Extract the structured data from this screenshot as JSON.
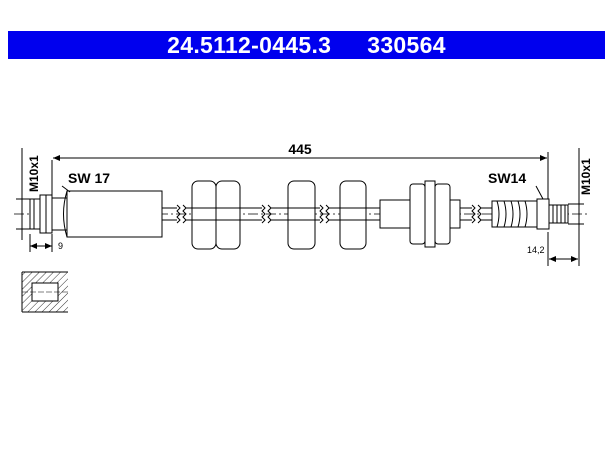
{
  "header": {
    "part_number": "24.5112-0445.3",
    "ref_number": "330564",
    "background": "#0000ee"
  },
  "drawing": {
    "overall_length": "445",
    "left_thread": "M10x1",
    "right_thread": "M10x1",
    "left_wrench": "SW 17",
    "right_wrench": "SW14",
    "left_dim": "9",
    "right_dim": "14,2"
  }
}
